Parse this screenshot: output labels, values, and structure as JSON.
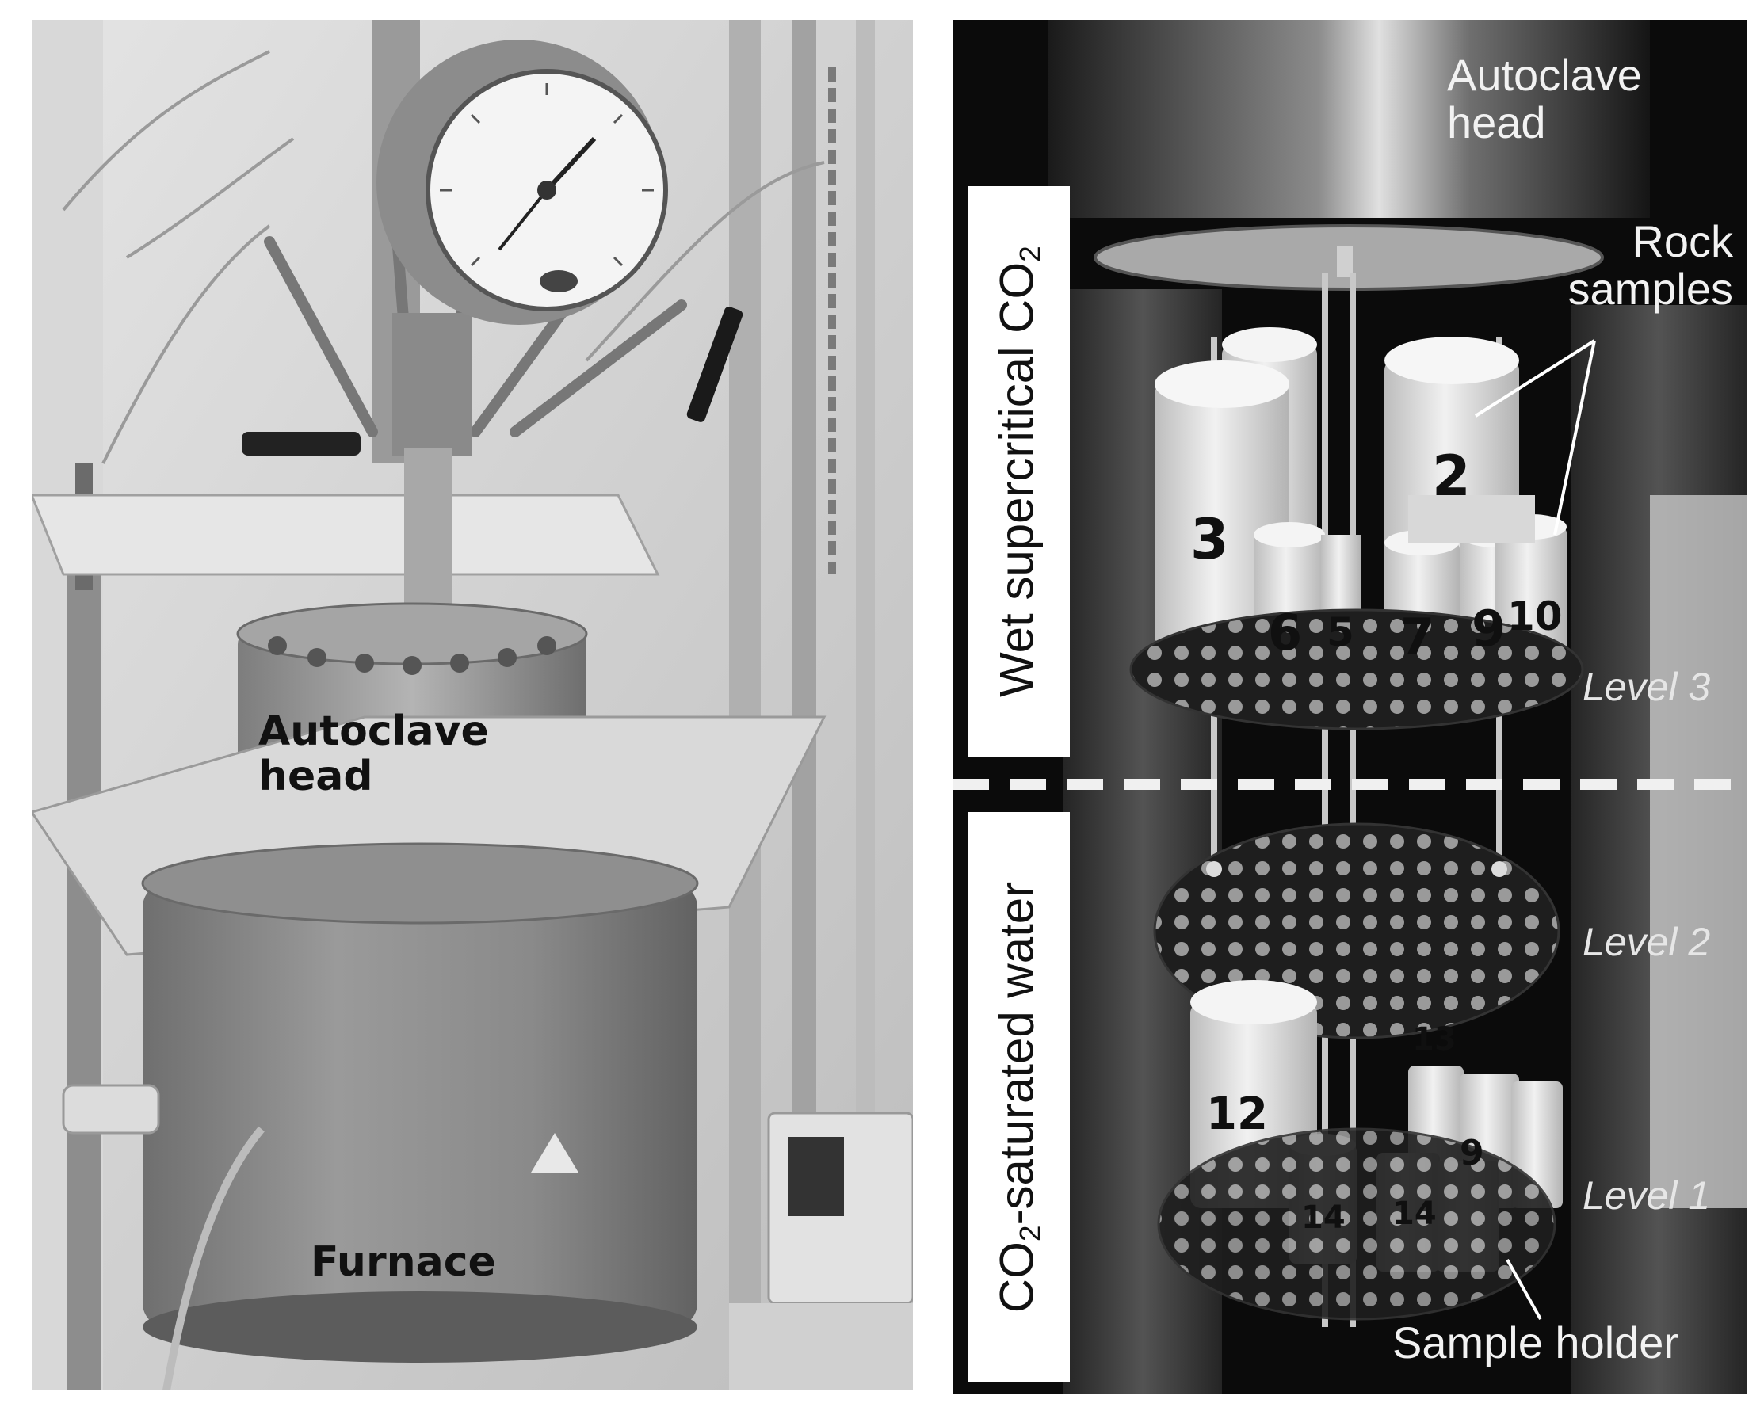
{
  "left_panel": {
    "labels": {
      "autoclave_head_line1": "Autoclave",
      "autoclave_head_line2": "head",
      "furnace": "Furnace"
    }
  },
  "right_panel": {
    "labels": {
      "autoclave_head_line1": "Autoclave",
      "autoclave_head_line2": "head",
      "rock_samples_line1": "Rock",
      "rock_samples_line2": "samples",
      "level_3": "Level 3",
      "level_2": "Level 2",
      "level_1": "Level 1",
      "sample_holder": "Sample holder"
    },
    "zones": {
      "upper_main": "Wet supercritical CO",
      "upper_sub": "2",
      "lower_pre": "CO",
      "lower_sub": "2",
      "lower_post": "-saturated water"
    },
    "sample_numbers": [
      "3",
      "2",
      "6",
      "5",
      "7",
      "9",
      "10",
      "12",
      "14",
      "13",
      "14",
      "9"
    ]
  }
}
